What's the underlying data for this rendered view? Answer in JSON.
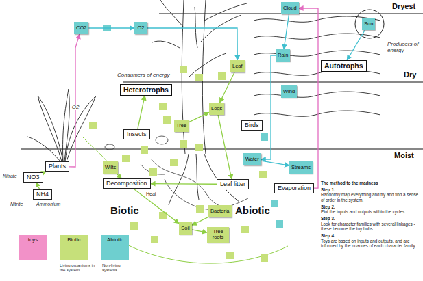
{
  "diagram": {
    "nodes": [
      {
        "text": [
          "CO2"
        ]
      },
      {
        "text": [
          "O2"
        ]
      },
      {
        "text": [
          "Cloud"
        ]
      },
      {
        "text": [
          "Sun"
        ]
      },
      {
        "text": [
          "Rain"
        ]
      },
      {
        "text": [
          "Leaf"
        ]
      },
      {
        "text": [
          "Autotrophs"
        ]
      },
      {
        "text": [
          "Heterotrophs"
        ]
      },
      {
        "text": [
          "Wind"
        ]
      },
      {
        "text": [
          "Logs"
        ]
      },
      {
        "text": [
          "Tree"
        ]
      },
      {
        "text": [
          "Birds"
        ]
      },
      {
        "text": [
          "Insects"
        ]
      },
      {
        "text": [
          "Water"
        ]
      },
      {
        "text": [
          "Streams"
        ]
      },
      {
        "text": [
          "Wilts"
        ]
      },
      {
        "text": [
          "Plants"
        ]
      },
      {
        "text": [
          "NO3"
        ]
      },
      {
        "text": [
          "Leaf litter"
        ]
      },
      {
        "text": [
          "Decomposition"
        ]
      },
      {
        "text": [
          "Evaporation"
        ]
      },
      {
        "text": [
          "NH4"
        ]
      },
      {
        "text": [
          "Bacteria"
        ]
      },
      {
        "text": [
          "Soil"
        ]
      },
      {
        "text": [
          "Tree roots"
        ]
      }
    ],
    "edges": [
      {
        "from": 0,
        "to": 1,
        "arrow": "to"
      },
      {
        "from": 16,
        "to": 0,
        "label": "O2",
        "arrow": "to"
      },
      {
        "from": 1,
        "to": 5,
        "arrow": "to"
      },
      {
        "from": 3,
        "to": 6,
        "arrow": "to"
      },
      {
        "from": 2,
        "to": 4,
        "arrow": "to"
      },
      {
        "from": 4,
        "to": 13,
        "arrow": "to"
      },
      {
        "from": 13,
        "to": 14,
        "arrow": "to"
      },
      {
        "from": 20,
        "to": 2,
        "arrow": "to"
      },
      {
        "from": 5,
        "to": 9,
        "arrow": "to"
      },
      {
        "from": 9,
        "to": 18,
        "arrow": "to"
      },
      {
        "from": 10,
        "to": 9,
        "arrow": "to"
      },
      {
        "from": 18,
        "to": 19,
        "arrow": "to"
      },
      {
        "from": 19,
        "to": 23,
        "arrow": "to"
      },
      {
        "from": 23,
        "to": 24,
        "arrow": "to"
      },
      {
        "from": 15,
        "to": 19,
        "arrow": "to"
      },
      {
        "from": 21,
        "to": 17,
        "arrow": "to"
      },
      {
        "from": 17,
        "to": 16,
        "arrow": "to"
      },
      {
        "from": 22,
        "to": 23,
        "arrow": "to"
      },
      {
        "from": 12,
        "to": 7,
        "arrow": "to"
      }
    ],
    "labels": [
      "Dryest",
      "Dry",
      "Moist",
      "Consumers of energy",
      "Producers of energy",
      "Nitrate",
      "Nitrite",
      "Ammonium",
      "Heat",
      "Biotic",
      "Abiotic",
      "Living organisms in the system",
      "Non-living systems",
      "The method to the madness",
      "Step 1.",
      "Randomly map everything and try and find a sense of order in the system.",
      "Step 2.",
      "Plot the inputs and outputs within the cycles",
      "Step 3.",
      "Look for character families with several linkages - these become the toy hubs.",
      "Step 4.",
      "Toys are based on inputs and outputs, and are informed by the nuances of each character family."
    ],
    "legend": [
      {
        "text": "toys",
        "color": "#f291c8"
      },
      {
        "text": "Biotic",
        "color": "#c6e07a"
      },
      {
        "text": "Abiotic",
        "color": "#6ecfcf"
      }
    ]
  }
}
